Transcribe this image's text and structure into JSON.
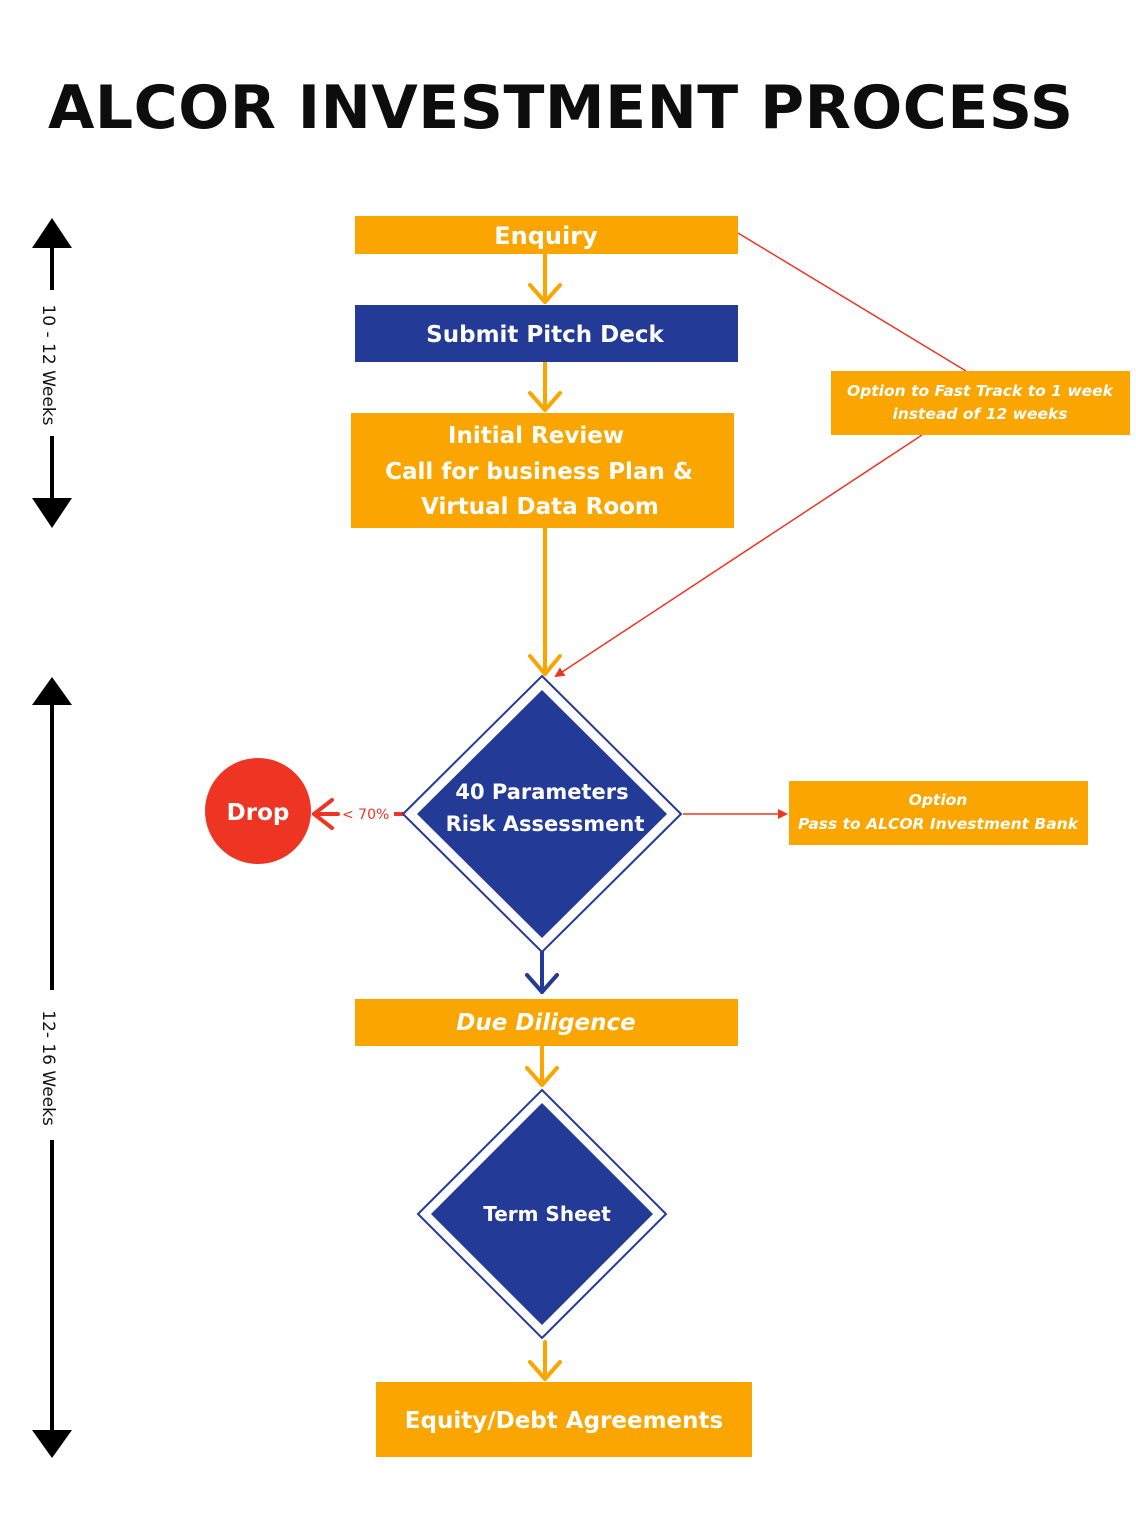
{
  "title": "ALCOR INVESTMENT PROCESS",
  "colors": {
    "orange": "#fba600",
    "navy": "#233a96",
    "red": "#ee3524",
    "black": "#000000"
  },
  "timeline": {
    "phase1": "10 - 12 Weeks",
    "phase2": "12- 16 Weeks"
  },
  "steps": {
    "enquiry": "Enquiry",
    "pitch_deck": "Submit Pitch Deck",
    "initial_review": [
      "Initial Review",
      "Call for business Plan &",
      "Virtual Data Room"
    ],
    "risk_assessment": [
      "40 Parameters",
      "Risk Assessment"
    ],
    "due_diligence": "Due  Diligence",
    "term_sheet": "Term Sheet",
    "agreements": "Equity/Debt Agreements"
  },
  "branches": {
    "drop": "Drop",
    "drop_threshold": "< 70%",
    "fast_track": [
      "Option to Fast Track to 1 week",
      "instead of 12 weeks"
    ],
    "investment_bank": [
      "Option",
      "Pass to ALCOR Investment Bank"
    ]
  }
}
